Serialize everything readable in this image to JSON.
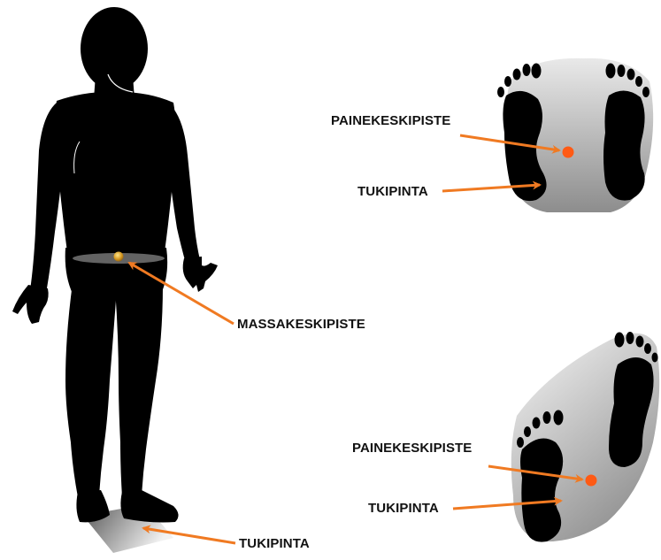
{
  "colors": {
    "silhouette": "#000000",
    "arrow": "#f07a22",
    "center_of_pressure_dot": "#ff5a14",
    "center_of_mass_ball": "#d4a030",
    "support_area_light": "#e4e4e4",
    "support_area_dark": "#8a8a8a"
  },
  "labels": {
    "center_of_mass": "MASSAKESKIPISTE",
    "support_area_body": "TUKIPINTA",
    "top_feet": {
      "center_of_pressure": "PAINEKESKIPISTE",
      "support_area": "TUKIPINTA"
    },
    "bottom_feet": {
      "center_of_pressure": "PAINEKESKIPISTE",
      "support_area": "TUKIPINTA"
    }
  }
}
